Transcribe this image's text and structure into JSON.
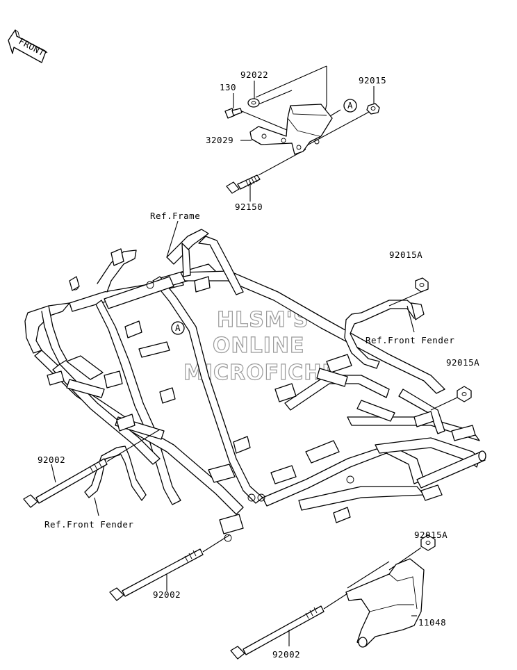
{
  "front_indicator": "FRONT",
  "reference_markers": [
    "A",
    "A"
  ],
  "watermark": [
    "HLSM'S",
    "ONLINE",
    "MICROFICHE"
  ],
  "labels": {
    "p130": "130",
    "p92022": "92022",
    "p92015": "92015",
    "p32029": "32029",
    "p92150": "92150",
    "ref_frame": "Ref.Frame",
    "p92015A_1": "92015A",
    "ref_front_fender_1": "Ref.Front Fender",
    "p92015A_2": "92015A",
    "p92002_1": "92002",
    "ref_front_fender_2": "Ref.Front Fender",
    "p92015A_3": "92015A",
    "p92002_2": "92002",
    "p11048": "11048",
    "p92002_3": "92002"
  }
}
